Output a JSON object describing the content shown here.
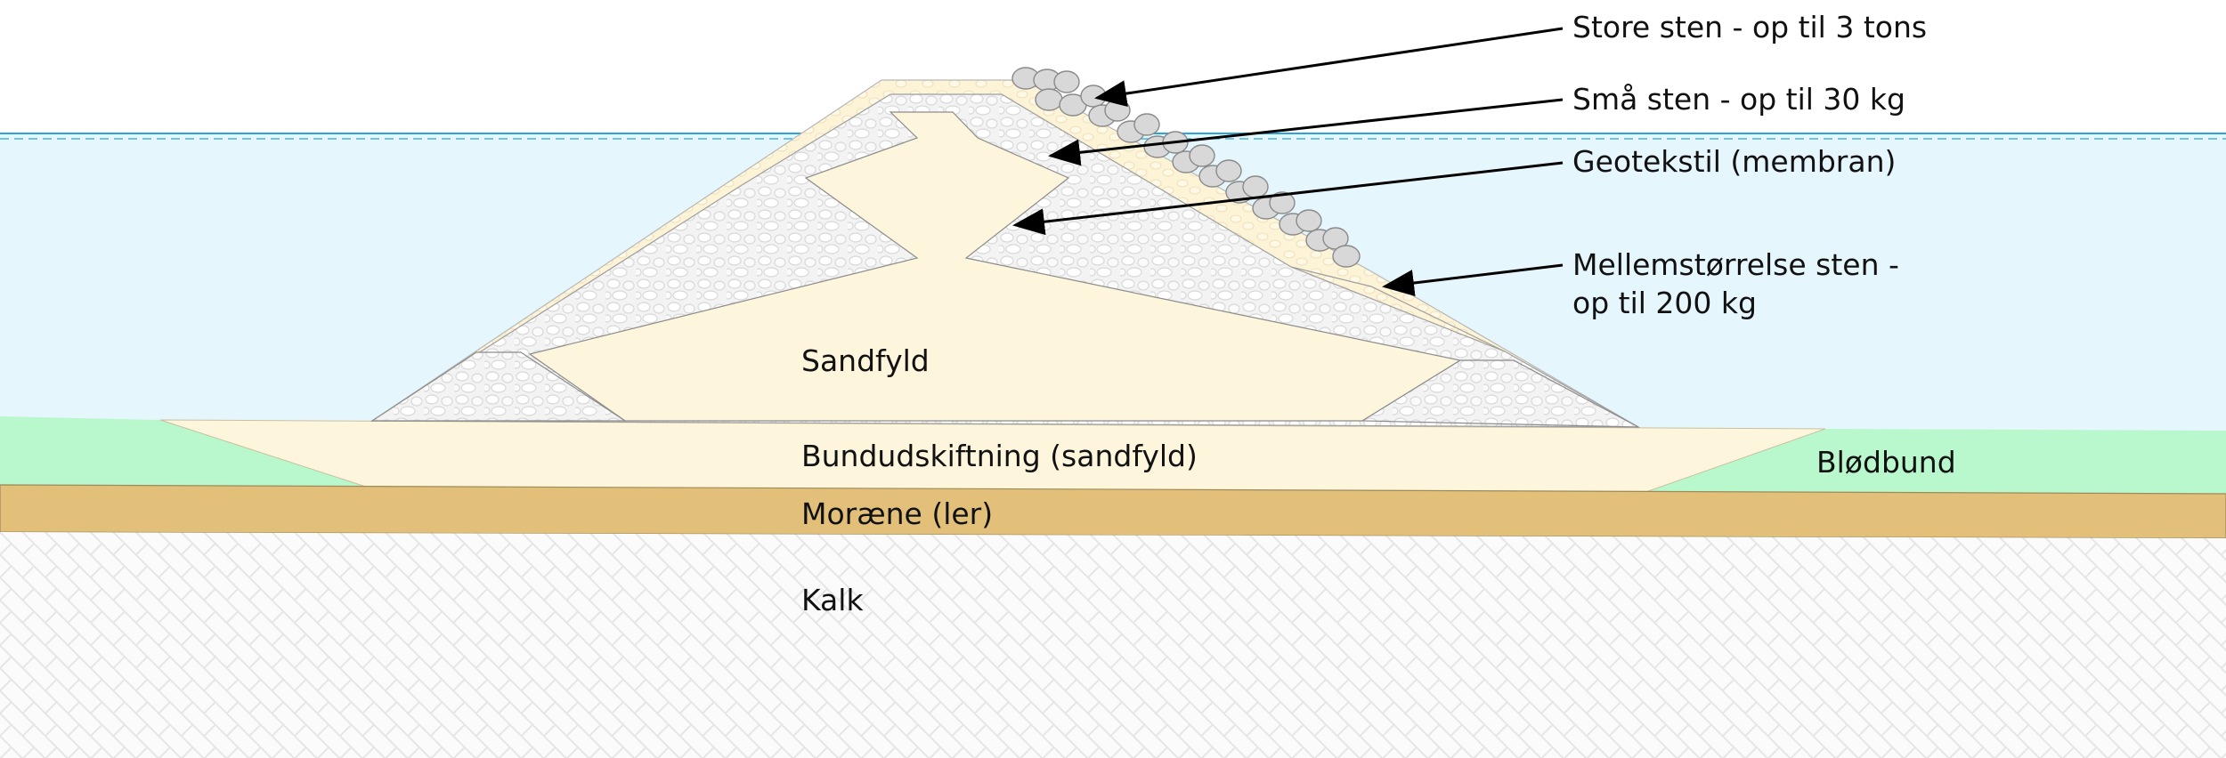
{
  "labels": {
    "store_sten": "Store sten - op til 3 tons",
    "smaa_sten": "Små sten - op til 30 kg",
    "geotekstil": "Geotekstil (membran)",
    "mellem_line1": "Mellemstørrelse sten -",
    "mellem_line2": "op til 200 kg",
    "sandfyld": "Sandfyld",
    "bundudskiftning": "Bundudskiftning (sandfyld)",
    "moraene": "Moræne (ler)",
    "kalk": "Kalk",
    "bloedbund": "Blødbund"
  },
  "colors": {
    "water": "#e6f6fd",
    "waterline": "#29a6d6",
    "sand": "#fdf6dc",
    "soft_bottom": "#b8f8cc",
    "moraine": "#e2c07a",
    "limestone": "#fbfbfb",
    "small_stone_fill": "#f1f1f1",
    "armour_stone": "#d8d8d8",
    "arrow": "#000000"
  }
}
